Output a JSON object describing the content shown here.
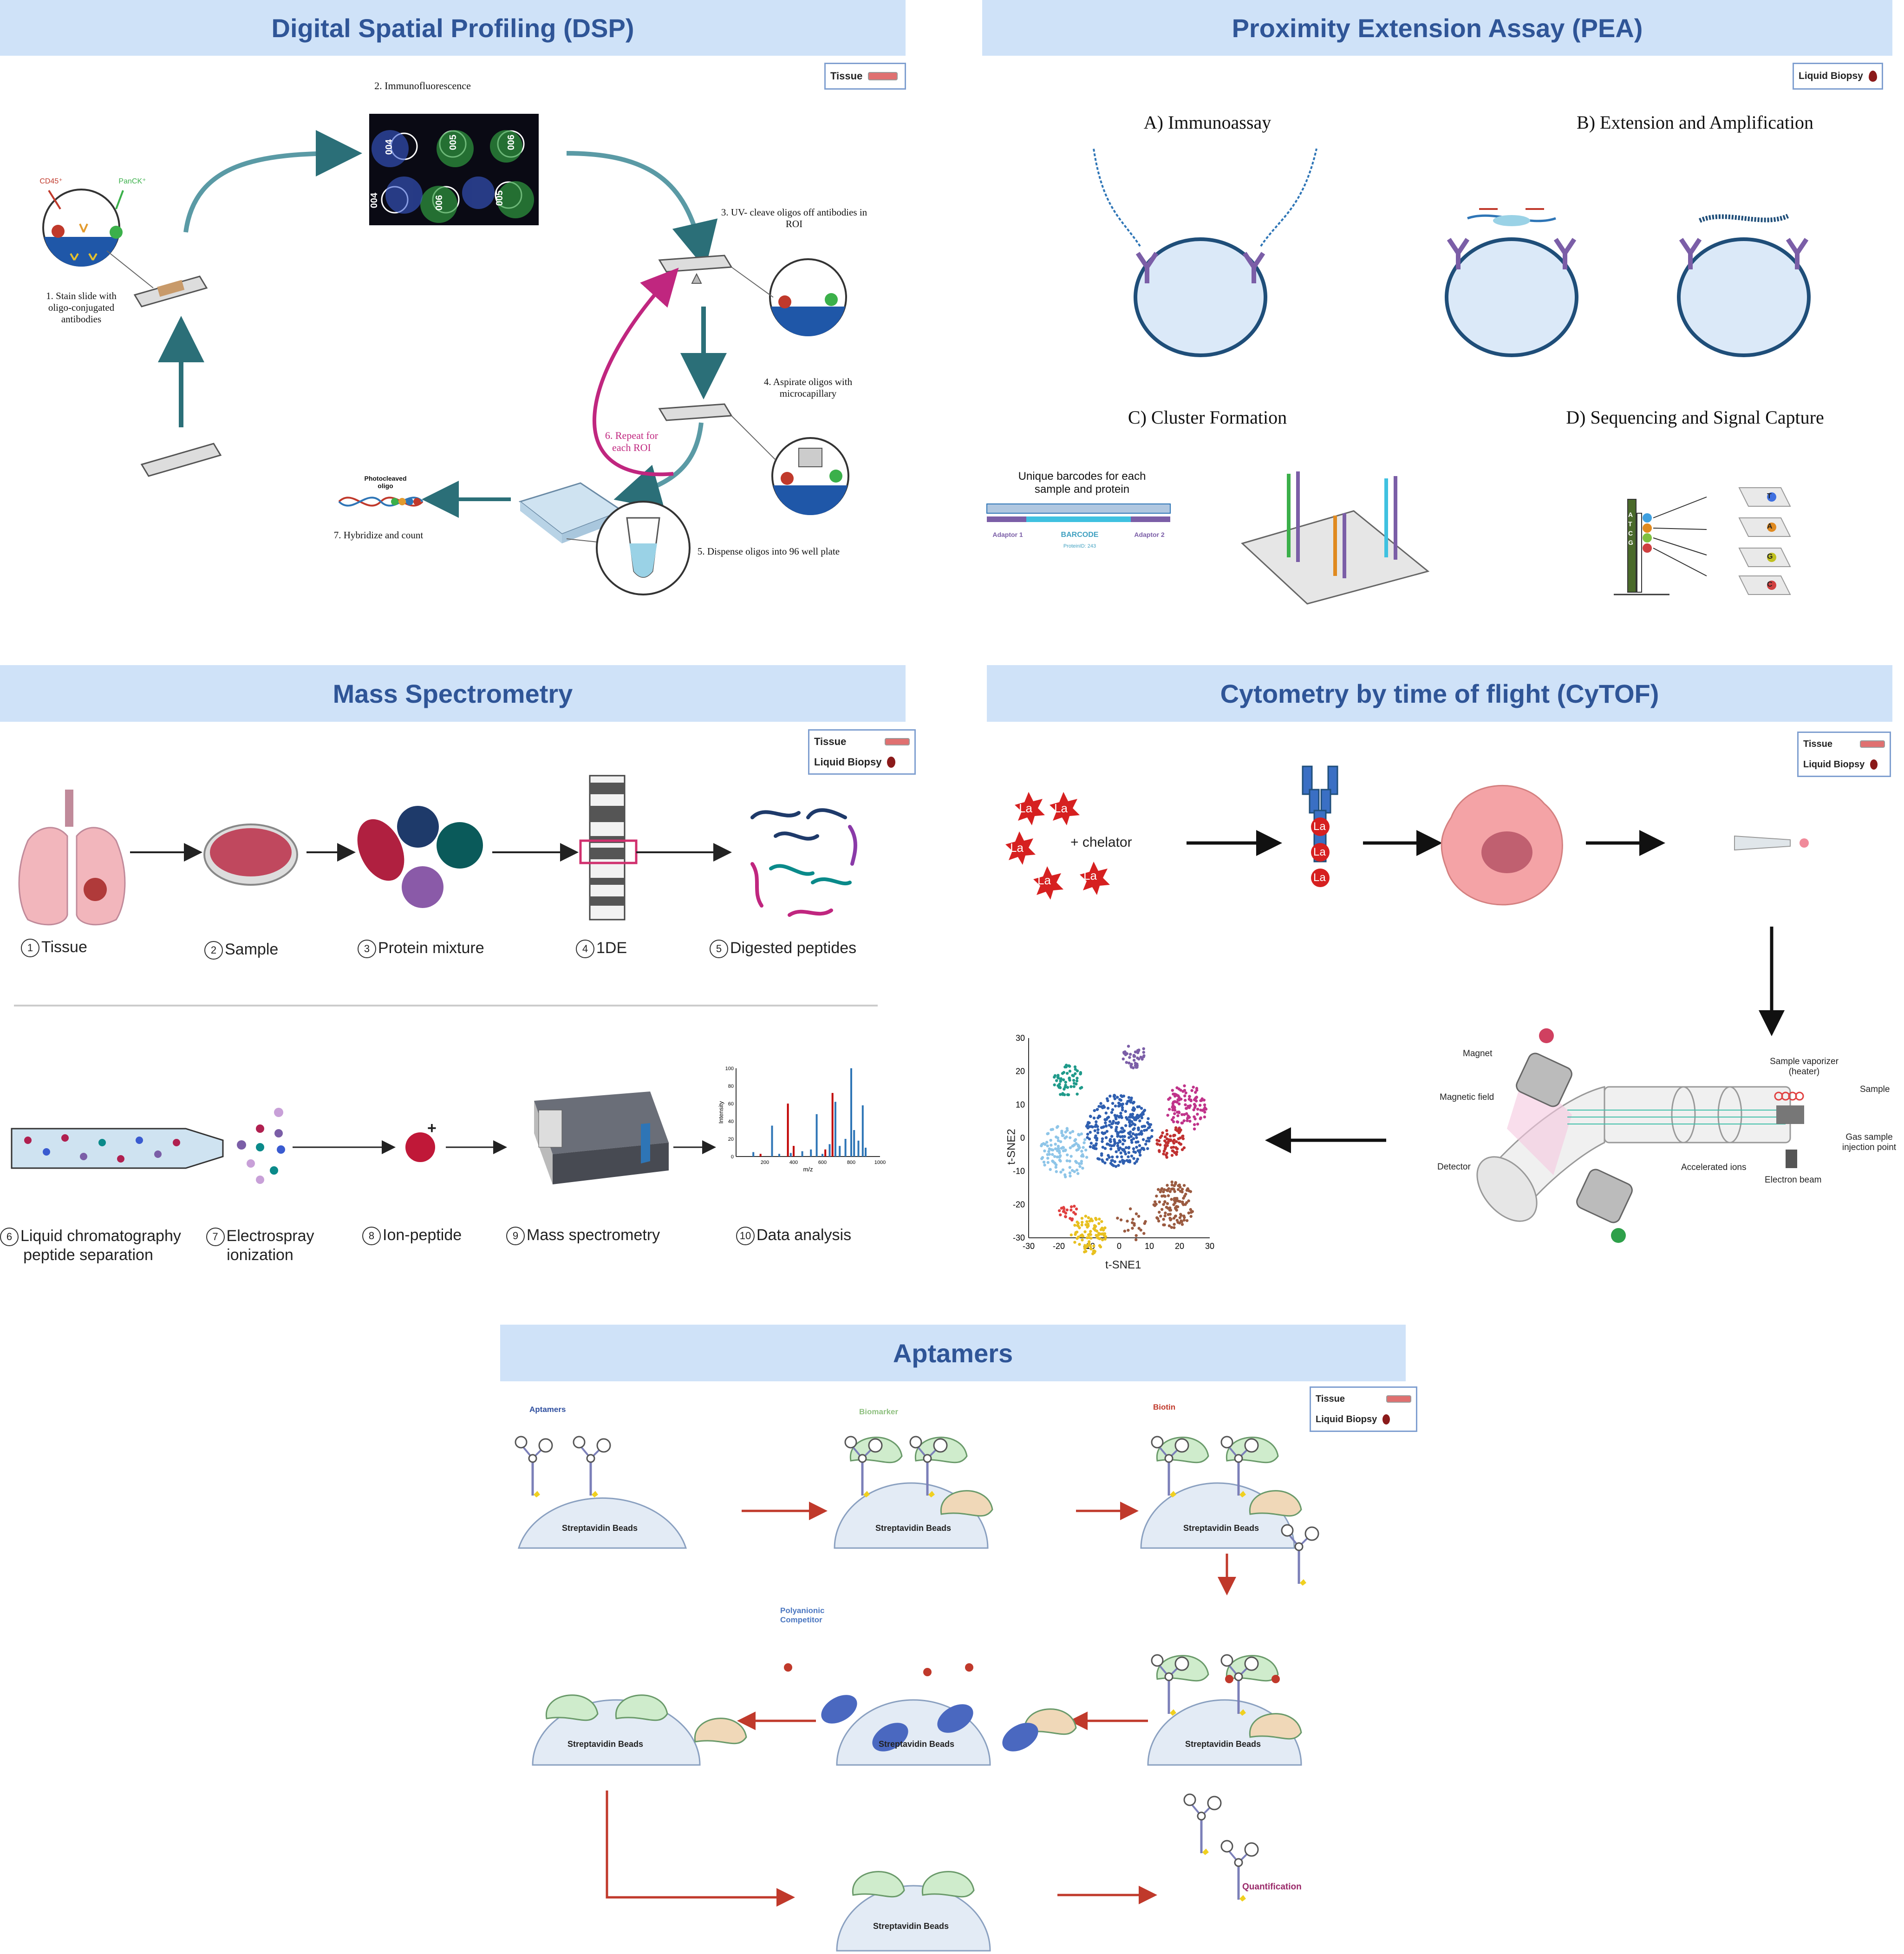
{
  "dsp": {
    "title": "Digital Spatial Profiling (DSP)",
    "badge": "Tissue",
    "step1": "1. Stain slide with oligo-conjugated antibodies",
    "step2": "2. Immunofluorescence",
    "step3": "3. UV- cleave oligos off antibodies in ROI",
    "step4": "4. Aspirate oligos with microcapillary",
    "step5": "5. Dispense oligos into 96 well plate",
    "step6": "6. Repeat for each ROI",
    "step7": "7. Hybridize and count",
    "photocleaved": "Photocleaved oligo",
    "cd45": "CD45⁺",
    "panck": "PanCK⁺",
    "roi_labels": [
      "004",
      "005",
      "006",
      "004",
      "006",
      "005"
    ]
  },
  "pea": {
    "title": "Proximity Extension Assay (PEA)",
    "badge": "Liquid Biopsy",
    "a": "A) Immunoassay",
    "b": "B) Extension and Amplification",
    "c": "C) Cluster Formation",
    "d": "D) Sequencing and Signal Capture",
    "barcodes": "Unique barcodes for each sample and protein",
    "adaptor1": "Adaptor 1",
    "adaptor2": "Adaptor 2",
    "barcode": "BARCODE",
    "protein_id": "ProteinID: 243",
    "bases": [
      "T",
      "A",
      "G",
      "C"
    ],
    "strand": [
      "A",
      "T",
      "C",
      "G"
    ]
  },
  "ms": {
    "title": "Mass Spectrometry",
    "badge_tissue": "Tissue",
    "badge_liquid": "Liquid Biopsy",
    "steps_top": [
      {
        "n": "1",
        "label": "Tissue"
      },
      {
        "n": "2",
        "label": "Sample"
      },
      {
        "n": "3",
        "label": "Protein mixture"
      },
      {
        "n": "4",
        "label": "1DE"
      },
      {
        "n": "5",
        "label": "Digested peptides"
      }
    ],
    "steps_bottom": [
      {
        "n": "6",
        "label": "Liquid chromatography",
        "label2": "peptide separation"
      },
      {
        "n": "7",
        "label": "Electrospray",
        "label2": "ionization"
      },
      {
        "n": "8",
        "label": "Ion-peptide",
        "label2": ""
      },
      {
        "n": "9",
        "label": "Mass spectrometry",
        "label2": ""
      },
      {
        "n": "10",
        "label": "Data analysis",
        "label2": ""
      }
    ],
    "ion_sign": "+"
  },
  "chart_data": {
    "type": "bar",
    "xlabel": "m/z",
    "ylabel": "Intensity",
    "xlim": [
      0,
      1000
    ],
    "ylim": [
      0,
      100
    ],
    "xticks": [
      200,
      400,
      600,
      800,
      1000
    ],
    "yticks": [
      0,
      20,
      40,
      60,
      80,
      100
    ],
    "series": [
      {
        "color": "#2e75b6",
        "x": [
          120,
          250,
          300,
          380,
          460,
          520,
          560,
          600,
          650,
          690,
          720,
          760,
          800,
          820,
          850,
          880,
          900
        ],
        "values": [
          5,
          35,
          3,
          4,
          6,
          8,
          48,
          3,
          14,
          62,
          12,
          20,
          100,
          30,
          18,
          58,
          10
        ]
      },
      {
        "color": "#c00000",
        "x": [
          170,
          360,
          400,
          620,
          670
        ],
        "values": [
          3,
          60,
          12,
          8,
          72
        ]
      }
    ]
  },
  "cytof": {
    "title": "Cytometry by time of flight (CyTOF)",
    "badge_tissue": "Tissue",
    "badge_liquid": "Liquid Biopsy",
    "la": "La",
    "chelator": "+ chelator",
    "magnet": "Magnet",
    "magnetic_field": "Magnetic field",
    "detector": "Detector",
    "accelerated_ions": "Accelerated ions",
    "electron_beam": "Electron beam",
    "sample_vaporizer": "Sample vaporizer (heater)",
    "sample": "Sample",
    "gas_injection": "Gas sample injection point",
    "tsne_x": "t-SNE1",
    "tsne_y": "t-SNE2",
    "tsne_xticks": [
      "-30",
      "-20",
      "-10",
      "0",
      "10",
      "20",
      "30"
    ],
    "tsne_yticks": [
      "30",
      "20",
      "10",
      "0",
      "-10",
      "-20",
      "-30"
    ]
  },
  "apt": {
    "title": "Aptamers",
    "badge_tissue": "Tissue",
    "badge_liquid": "Liquid Biopsy",
    "aptamers": "Aptamers",
    "biomarker": "Biomarker",
    "biotin": "Biotin",
    "polyanionic": "Polyanionic Competitor",
    "beads": "Streptavidin Beads",
    "quantification": "Quantification"
  },
  "colors": {
    "banner_bg": "#cfe2f8",
    "banner_text": "#2f5597",
    "teal_arrow": "#2b6f78",
    "magenta": "#c0267f",
    "red_arrow": "#c0392b"
  }
}
